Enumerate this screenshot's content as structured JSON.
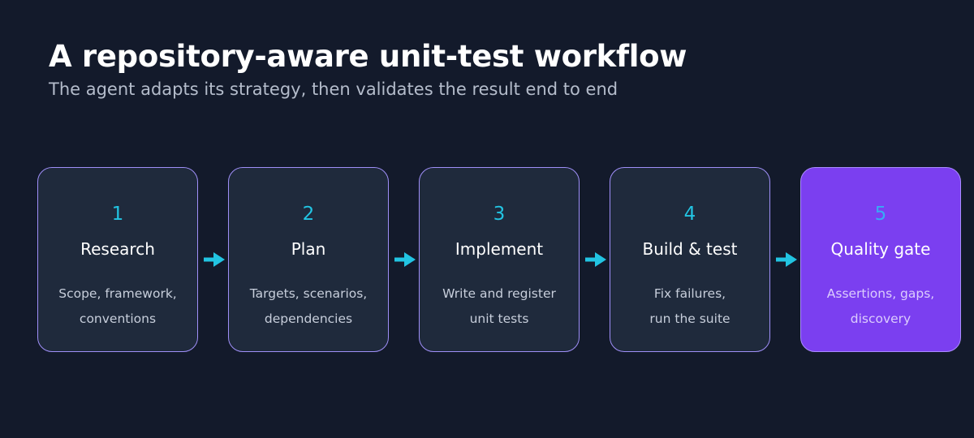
{
  "title": "A repository-aware unit-test workflow",
  "subtitle": "The agent adapts its strategy, then validates the result end to end",
  "steps": [
    {
      "number": "1",
      "name": "Research",
      "desc_line1": "Scope, framework,",
      "desc_line2": "conventions"
    },
    {
      "number": "2",
      "name": "Plan",
      "desc_line1": "Targets, scenarios,",
      "desc_line2": "dependencies"
    },
    {
      "number": "3",
      "name": "Implement",
      "desc_line1": "Write and register",
      "desc_line2": "unit tests"
    },
    {
      "number": "4",
      "name": "Build & test",
      "desc_line1": "Fix failures,",
      "desc_line2": "run the suite"
    },
    {
      "number": "5",
      "name": "Quality gate",
      "desc_line1": "Assertions, gaps,",
      "desc_line2": "discovery"
    }
  ],
  "colors": {
    "background": "#131a2b",
    "card": "#1f2a3c",
    "card_border": "#9f8ff8",
    "highlight_card": "#7b3ff0",
    "accent": "#22c4e2"
  },
  "icons": [
    "arrow-right-icon"
  ]
}
